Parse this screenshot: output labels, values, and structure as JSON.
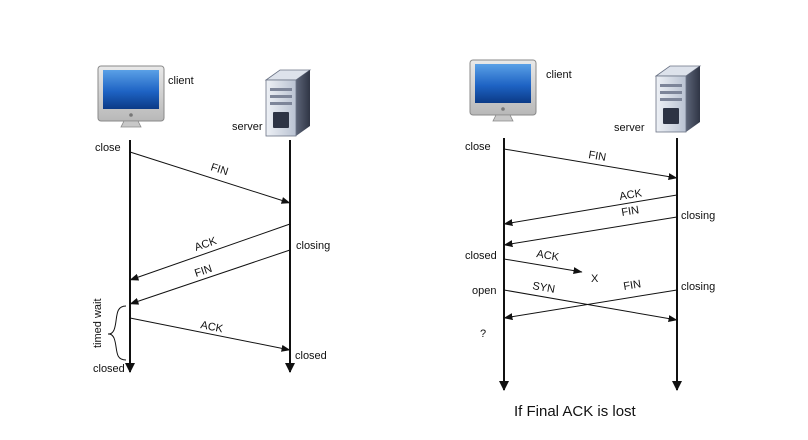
{
  "left_diagram": {
    "client_label": "client",
    "server_label": "server",
    "client_events": {
      "close": "close",
      "closed": "closed",
      "timed_wait": "timed wait"
    },
    "server_events": {
      "closing": "closing",
      "closed": "closed"
    },
    "messages": {
      "fin_1": "FIN",
      "ack_1": "ACK",
      "fin_2": "FIN",
      "ack_final": "ACK"
    }
  },
  "right_diagram": {
    "client_label": "client",
    "server_label": "server",
    "client_events": {
      "close": "close",
      "closed": "closed",
      "open": "open",
      "question": "?"
    },
    "server_events": {
      "closing_1": "closing",
      "closing_2": "closing"
    },
    "messages": {
      "fin_1": "FIN",
      "ack_1": "ACK",
      "fin_2": "FIN",
      "ack_lost": "ACK",
      "syn": "SYN",
      "fin_retx": "FIN"
    },
    "lost_marker": "X",
    "caption": "If Final ACK is lost"
  }
}
